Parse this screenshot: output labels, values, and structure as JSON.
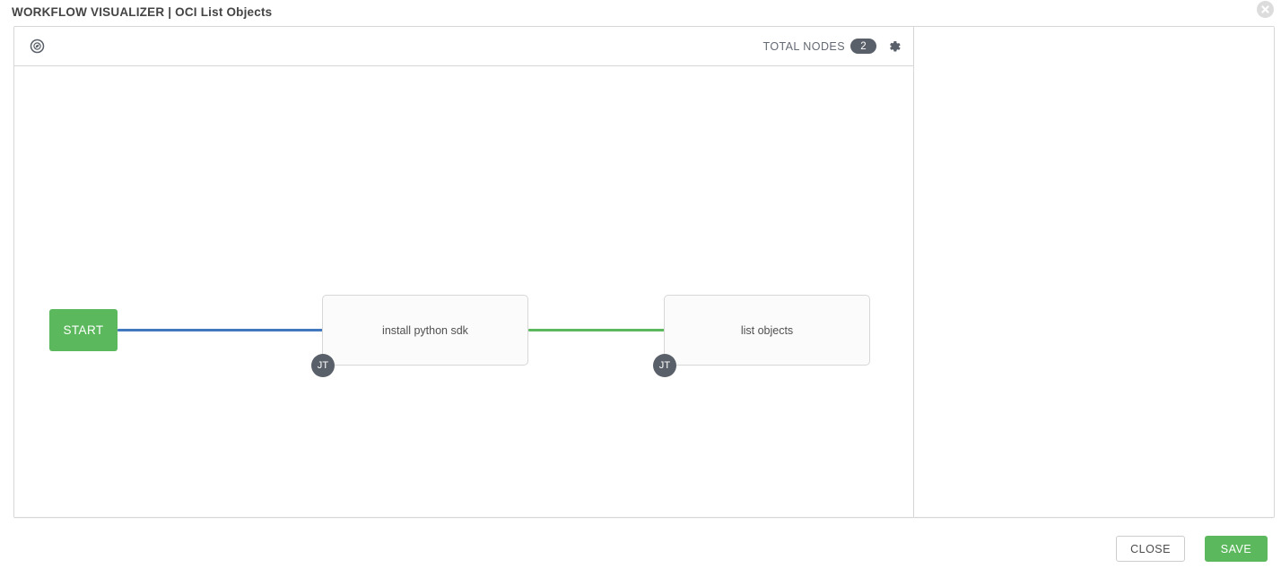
{
  "header": {
    "title": "WORKFLOW VISUALIZER | OCI List Objects",
    "close_icon": "close-circle-icon"
  },
  "toolbar": {
    "compass_icon": "compass-icon",
    "total_nodes_label": "TOTAL NODES",
    "total_nodes_count": "2",
    "settings_icon": "gear-icon"
  },
  "canvas": {
    "start_node": {
      "label": "START",
      "color": "#5cb85c"
    },
    "nodes": [
      {
        "label": "install python sdk",
        "badge": "JT",
        "badge_color": "#5a6069",
        "border_color": "#d7d7d7",
        "fill_color": "#fbfbfb"
      },
      {
        "label": "list objects",
        "badge": "JT",
        "badge_color": "#5a6069",
        "border_color": "#d7d7d7",
        "fill_color": "#fbfbfb"
      }
    ],
    "links": [
      {
        "from": "START",
        "to": "install python sdk",
        "type": "always",
        "color": "#4178be"
      },
      {
        "from": "install python sdk",
        "to": "list objects",
        "type": "success",
        "color": "#5cb85c"
      }
    ]
  },
  "footer": {
    "close_label": "CLOSE",
    "save_label": "SAVE",
    "save_color": "#5cb85c"
  }
}
